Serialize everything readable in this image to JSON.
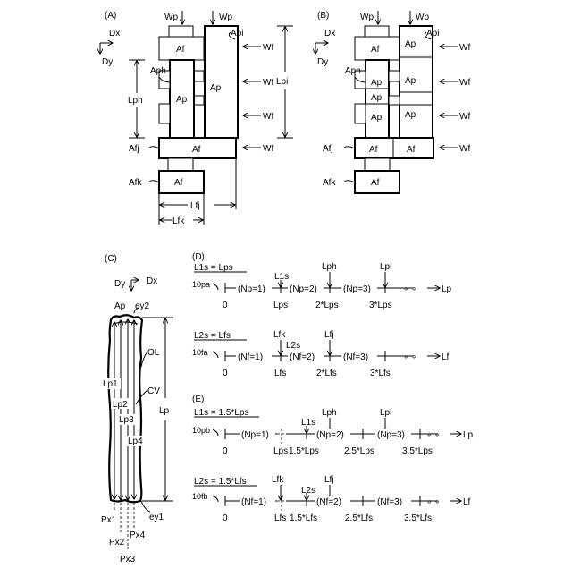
{
  "panels": {
    "a": "(A)",
    "b": "(B)",
    "c": "(C)",
    "d": "(D)",
    "e": "(E)"
  },
  "common": {
    "wp": "Wp",
    "wf": "Wf",
    "dx": "Dx",
    "dy": "Dy",
    "af": "Af",
    "ap": "Ap",
    "api": "Api",
    "aph": "Aph",
    "afj": "Afj",
    "afk": "Afk",
    "lph": "Lph",
    "lpi": "Lpi",
    "lfj": "Lfj",
    "lfk": "Lfk"
  },
  "c_panel": {
    "ap": "Ap",
    "ey2": "ey2",
    "ey1": "ey1",
    "ol": "OL",
    "cv": "CV",
    "lp": "Lp",
    "lp1": "Lp1",
    "lp2": "Lp2",
    "lp3": "Lp3",
    "lp4": "Lp4",
    "px1": "Px1",
    "px2": "Px2",
    "px3": "Px3",
    "px4": "Px4"
  },
  "d_panel": {
    "row1": {
      "title": "L1s = Lps",
      "ref": "10pa",
      "seg1": "(Np=1)",
      "seg2": "(Np=2)",
      "seg3": "(Np=3)",
      "mark": "L1s",
      "top1": "Lph",
      "top2": "Lpi",
      "end": "Lp",
      "dots": "∘ ∘",
      "t0": "0",
      "t1": "Lps",
      "t2": "2*Lps",
      "t3": "3*Lps"
    },
    "row2": {
      "title": "L2s = Lfs",
      "ref": "10fa",
      "seg1": "(Nf=1)",
      "seg2": "(Nf=2)",
      "seg3": "(Nf=3)",
      "mark": "L2s",
      "top1": "Lfk",
      "top2": "Lfj",
      "end": "Lf",
      "dots": "∘ ∘",
      "t0": "0",
      "t1": "Lfs",
      "t2": "2*Lfs",
      "t3": "3*Lfs"
    }
  },
  "e_panel": {
    "row1": {
      "title": "L1s = 1.5*Lps",
      "ref": "10pb",
      "seg1": "(Np=1)",
      "seg2": "(Np=2)",
      "seg3": "(Np=3)",
      "mark": "L1s",
      "top1": "Lph",
      "top2": "Lpi",
      "end": "Lp",
      "dots": "∘ ∘",
      "t0": "0",
      "t1": "Lps",
      "t2": "1.5*Lps",
      "t3": "2.5*Lps",
      "t4": "3.5*Lps"
    },
    "row2": {
      "title": "L2s = 1.5*Lfs",
      "ref": "10fb",
      "seg1": "(Nf=1)",
      "seg2": "(Nf=2)",
      "seg3": "(Nf=3)",
      "mark": "L2s",
      "top1": "Lfk",
      "top2": "Lfj",
      "end": "Lf",
      "dots": "∘ ∘",
      "t0": "0",
      "t1": "Lfs",
      "t2": "1.5*Lfs",
      "t3": "2.5*Lfs",
      "t4": "3.5*Lfs"
    }
  }
}
